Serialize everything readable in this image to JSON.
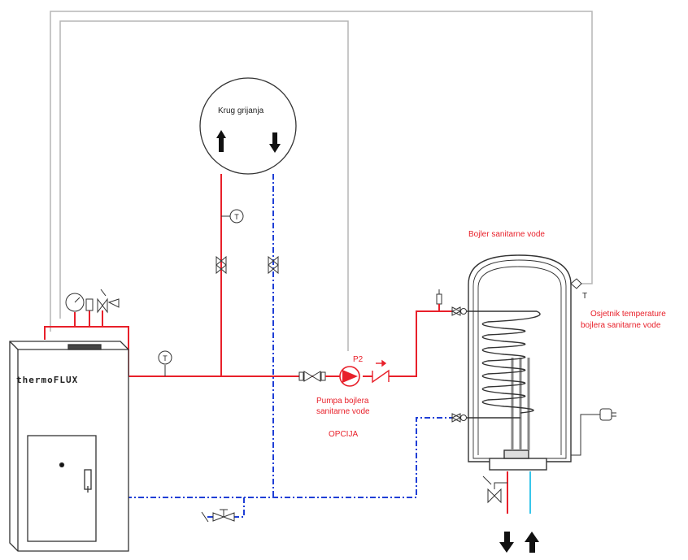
{
  "labels": {
    "heating_circuit": "Krug grijanja",
    "boiler_title": "Bojler sanitarne vode",
    "sensor_line1": "Osjetnik temperature",
    "sensor_line2": "bojlera sanitarne vode",
    "pump_tag": "P2",
    "pump_line1": "Pumpa bojlera",
    "pump_line2": "sanitarne vode",
    "option": "OPCIJA",
    "sensor_tag": "T",
    "thermometer": "T",
    "brand": "thermoFLUX"
  },
  "colors": {
    "supply": "#e8202a",
    "return": "#1f3fd6",
    "cold_water": "#38c6ea",
    "signal": "#b5b5b5",
    "outline": "#333333"
  },
  "icons": [
    "arrow-up-icon",
    "arrow-down-icon",
    "valve-icon",
    "thermometer-icon",
    "pump-icon",
    "check-valve-icon",
    "manometer-icon",
    "safety-valve-icon",
    "coil-icon"
  ]
}
